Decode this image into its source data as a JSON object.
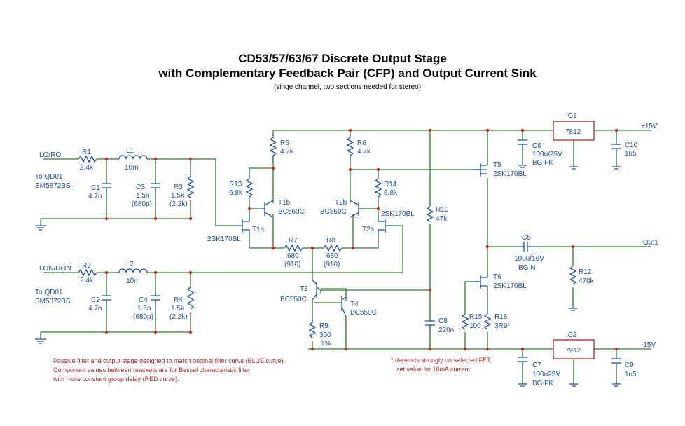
{
  "title": {
    "line1": "CD53/57/63/67 Discrete Output Stage",
    "line2": "with Complementary Feedback Pair (CFP) and Output Current Sink",
    "subtitle": "(singe channel, two sections needed for stereo)"
  },
  "nets": {
    "lo_ro": "LO/RO",
    "lon_ron": "LON/RON",
    "to_qd01_a": "To QD01",
    "sm_a": "SM5872BS",
    "to_qd01_b": "To QD01",
    "sm_b": "SM5872BS",
    "plus15": "+15V",
    "minus15": "-15V",
    "out1": "Out1"
  },
  "components": {
    "R1": {
      "ref": "R1",
      "val": "2.4k"
    },
    "L1": {
      "ref": "L1",
      "val": "10m"
    },
    "C1": {
      "ref": "C1",
      "val": "4.7n"
    },
    "C3": {
      "ref": "C3",
      "val": "1.5n",
      "alt": "(680p)"
    },
    "R3": {
      "ref": "R3",
      "val": "1.5k",
      "alt": "(2.2k)"
    },
    "R2": {
      "ref": "R2",
      "val": "2.4k"
    },
    "L2": {
      "ref": "L2",
      "val": "10m"
    },
    "C2": {
      "ref": "C2",
      "val": "4.7n"
    },
    "C4": {
      "ref": "C4",
      "val": "1.5n",
      "alt": "(680p)"
    },
    "R4": {
      "ref": "R4",
      "val": "1.5k",
      "alt": "(2.2k)"
    },
    "R5": {
      "ref": "R5",
      "val": "4.7k"
    },
    "R6": {
      "ref": "R6",
      "val": "4.7k"
    },
    "R13": {
      "ref": "R13",
      "val": "6.8k"
    },
    "R14": {
      "ref": "R14",
      "val": "6.8k"
    },
    "T1b": {
      "ref": "T1b",
      "val": "BC560C"
    },
    "T2b": {
      "ref": "T2b",
      "val": "BC560C"
    },
    "T1a": {
      "ref": "T1a",
      "val": "2SK170BL"
    },
    "T2a": {
      "ref": "T2a",
      "val": "2SK170BL"
    },
    "R7": {
      "ref": "R7",
      "val": "680",
      "alt": "(910)"
    },
    "R8": {
      "ref": "R8",
      "val": "680",
      "alt": "(910)"
    },
    "R10": {
      "ref": "R10",
      "val": "47k"
    },
    "T3": {
      "ref": "T3",
      "val": "BC550C"
    },
    "T4": {
      "ref": "T4",
      "val": "BC550C"
    },
    "R9": {
      "ref": "R9",
      "val": "300",
      "alt": "1%"
    },
    "C8": {
      "ref": "C8",
      "val": "220n"
    },
    "T5": {
      "ref": "T5",
      "val": "2SK170BL"
    },
    "T6": {
      "ref": "T6",
      "val": "2SK170BL"
    },
    "R15": {
      "ref": "R15",
      "val": "100"
    },
    "R16": {
      "ref": "R16",
      "val": "3R9*"
    },
    "C5": {
      "ref": "C5",
      "val": "100u/16V",
      "alt": "BG N"
    },
    "R12": {
      "ref": "R12",
      "val": "470k"
    },
    "IC1": {
      "ref": "IC1",
      "val": "7812"
    },
    "IC2": {
      "ref": "IC2",
      "val": "7912"
    },
    "C6": {
      "ref": "C6",
      "val": "100u/25V",
      "alt": "BG FK"
    },
    "C7": {
      "ref": "C7",
      "val": "100u25V",
      "alt": "BG FK"
    },
    "C10": {
      "ref": "C10",
      "val": "1u5"
    },
    "C9": {
      "ref": "C9",
      "val": "1u5"
    }
  },
  "notes": {
    "left1": "Passive filter and output stage designed to match original filter curve (BLUE curve).",
    "left2": "Component values between brackets are for Bessel characteristic filter",
    "left3": "with more constant group delay (RED curve).",
    "right1": "* depends strongly on selected FET,",
    "right2": "set value for 10mA current."
  },
  "colors": {
    "wire": "#2e7d32",
    "part": "#1f4fa0",
    "regulator": "#a52a2a",
    "junction": "#c62828",
    "note_text": "#a52a2a"
  }
}
